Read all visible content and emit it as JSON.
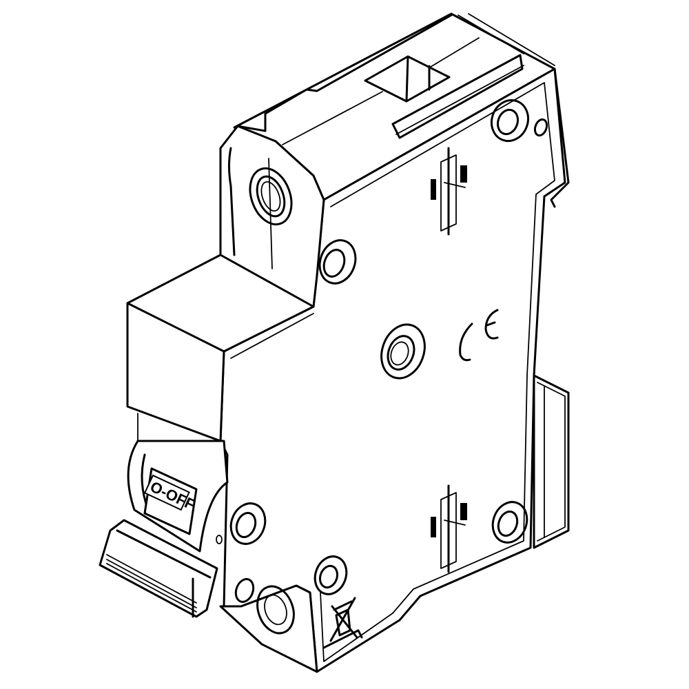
{
  "figure": {
    "subject": "Single-pole miniature circuit breaker (DIN-rail mount), isometric line drawing",
    "stroke_color": "#000000",
    "background_color": "#ffffff"
  },
  "markings": {
    "ce_mark": "CE",
    "lever_label": "O-OFF",
    "weee_symbol": "crossed-out-wheelie-bin",
    "din_rail_marking_top": "din-rail-clip-indicator",
    "din_rail_marking_bottom": "din-rail-clip-indicator"
  },
  "parts": [
    {
      "id": "housing",
      "label": "Housing body"
    },
    {
      "id": "top-terminal",
      "label": "Top screw terminal"
    },
    {
      "id": "bottom-terminal",
      "label": "Bottom screw terminal"
    },
    {
      "id": "toggle-lever",
      "label": "Toggle lever"
    },
    {
      "id": "din-clip",
      "label": "DIN rail clip"
    },
    {
      "id": "rivet-holes",
      "label": "Rivet / mounting holes"
    }
  ]
}
